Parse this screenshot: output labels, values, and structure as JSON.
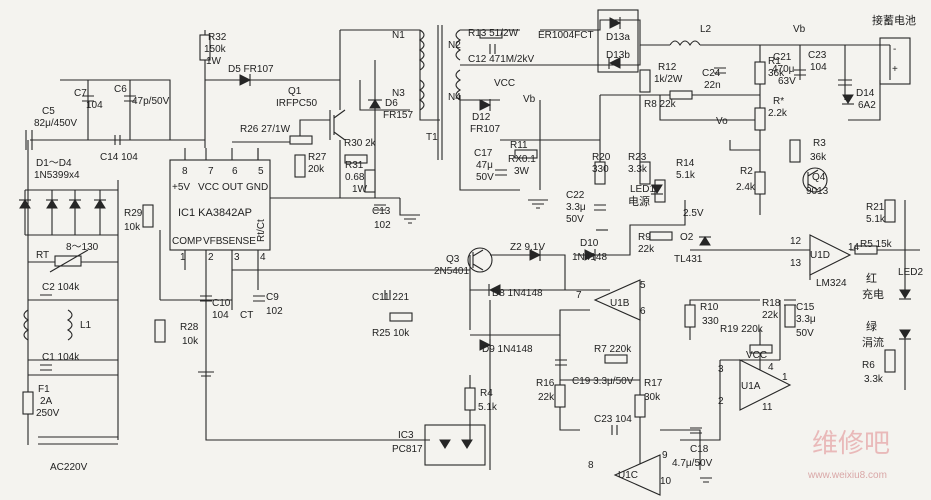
{
  "components": {
    "r32": [
      "R32",
      "150k",
      "1W"
    ],
    "d5": "D5  FR107",
    "q1": [
      "Q1",
      "IRFPC50"
    ],
    "n1": "N1",
    "n2": "N2",
    "n3": "N3",
    "n4": "N4",
    "d6": [
      "D6",
      "FR157"
    ],
    "r13": "R13  51/2W",
    "c12": "C12  471M/2kV",
    "er": "ER1004FCT",
    "d13a": "D13a",
    "d13b": "D13b",
    "l2": "L2",
    "r12": [
      "R12",
      "1k/2W"
    ],
    "r8": "R8  22k",
    "c24": [
      "C24",
      "22n"
    ],
    "r1": [
      "R1",
      "36k"
    ],
    "c21": [
      "C21",
      "470μ",
      "63V"
    ],
    "vb_top": "Vb",
    "c23": [
      "C23",
      "104"
    ],
    "d14": [
      "D14",
      "6A2"
    ],
    "battery": "接蓄电池",
    "plus": "+",
    "minus": "-",
    "c5": [
      "C5",
      "82μ/450V"
    ],
    "c7": [
      "C7",
      "104"
    ],
    "c6": [
      "C6",
      "47p/50V"
    ],
    "r26": "R26  27/1W",
    "r27": [
      "R27",
      "20k"
    ],
    "r30": "R30  2k",
    "r31": [
      "R31",
      "0.68",
      "1W"
    ],
    "c13": [
      "C13",
      "102"
    ],
    "t1": "T1",
    "vcc_top": "VCC",
    "vb_mid": "Vb",
    "d12": [
      "D12",
      "FR107"
    ],
    "rx": [
      "R11",
      "RX0.1",
      "3W"
    ],
    "c17": [
      "C17",
      "47μ",
      "50V"
    ],
    "r20": [
      "R20",
      "330"
    ],
    "c22": [
      "C22",
      "3.3μ",
      "50V"
    ],
    "r23": [
      "R23",
      "3.3k"
    ],
    "led1": [
      "LED1",
      "电源"
    ],
    "r14": [
      "R14",
      "5.1k"
    ],
    "v25": "2.5V",
    "r9": [
      "R9",
      "22k"
    ],
    "o2": "O2",
    "tl431": "TL431",
    "rp": [
      "R*",
      "2.2k"
    ],
    "vo": "Vo",
    "r2": [
      "R2",
      "2.4k"
    ],
    "r3": [
      "R3",
      "36k"
    ],
    "q4": [
      "Q4",
      "9013"
    ],
    "r21": [
      "R21",
      "5.1k"
    ],
    "d1d4": [
      "D1～D4",
      "1N5399x4"
    ],
    "c14": "C14  104",
    "r29": [
      "R29",
      "10k"
    ],
    "ic1_pins_top": [
      "8",
      "7",
      "6",
      "5"
    ],
    "ic1_top_labels": [
      "+5V",
      "VCC",
      "OUT",
      "GND"
    ],
    "ic1_name": "IC1  KA3842AP",
    "ic1_bottom_labels": [
      "COMP",
      "VFB",
      "SENSE",
      "Rt/Ct"
    ],
    "ic1_pins_bottom": [
      "1",
      "2",
      "3",
      "4"
    ],
    "rt": "RT",
    "rt_val": "8～130",
    "c2": "C2  104k",
    "l1": "L1",
    "c1": "C1  104k",
    "f1": [
      "F1",
      "2A",
      "250V"
    ],
    "ac": "AC220V",
    "c10": [
      "C10",
      "104"
    ],
    "c9": [
      "C9",
      "102"
    ],
    "ct": "CT",
    "r28": [
      "R28",
      "10k"
    ],
    "q3": [
      "Q3",
      "2N5401"
    ],
    "z2": "Z2  9.1V",
    "d10": [
      "D10",
      "1N4148"
    ],
    "c11": "C11  221",
    "r25": "R25  10k",
    "d8": "D8  1N4148",
    "d9": "D9  1N4148",
    "u1b": "U1B",
    "u1b_pins": [
      "5",
      "6",
      "7"
    ],
    "r4": [
      "R4",
      "5.1k"
    ],
    "r7": "R7  220k",
    "c19": "C19  3.3μ/50V",
    "r16": [
      "R16",
      "22k"
    ],
    "r17": [
      "R17",
      "30k"
    ],
    "r10": [
      "R10",
      "330"
    ],
    "r18": [
      "R18",
      "22k"
    ],
    "c15": [
      "C15",
      "3.3μ",
      "50V"
    ],
    "r19": "R19  220k",
    "vcc_u1a": "VCC",
    "u1a": "U1A",
    "u1a_pins": [
      "3",
      "2",
      "1",
      "4",
      "11"
    ],
    "u1d": "U1D",
    "lm324": "LM324",
    "u1d_pins": [
      "12",
      "13",
      "14"
    ],
    "r5": "R5  15k",
    "led2": "LED2",
    "led_red": [
      "红",
      "充电"
    ],
    "led_green": [
      "绿",
      "涓流"
    ],
    "r6": [
      "R6",
      "3.3k"
    ],
    "ic3": [
      "IC3",
      "PC817"
    ],
    "c23b": "C23  104",
    "c18": [
      "C18",
      "4.7μ/50V"
    ],
    "u1c": "U1C",
    "u1c_pins": [
      "8",
      "9",
      "10"
    ],
    "watermark": "维修吧",
    "watermark_url": "www.weixiu8.com"
  }
}
